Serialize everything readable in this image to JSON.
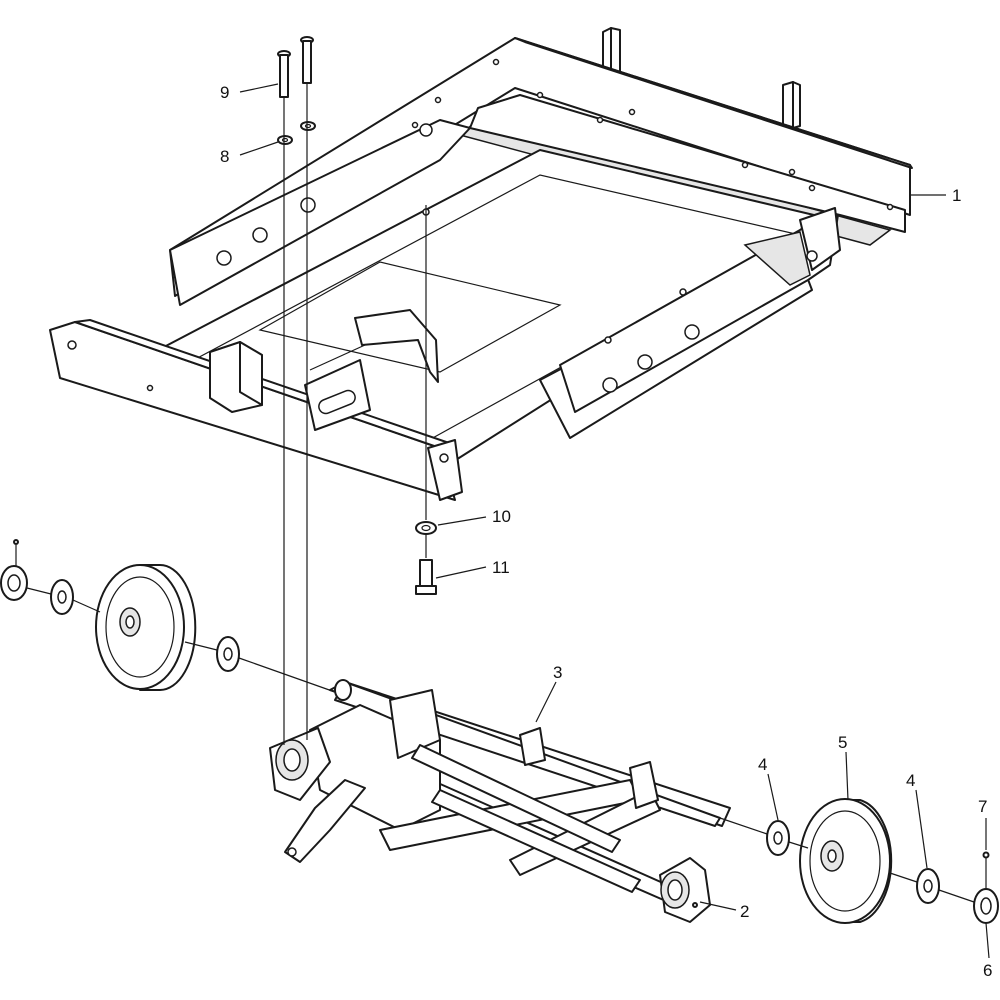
{
  "callouts": {
    "c1": "1",
    "c2": "2",
    "c3": "3",
    "c4a": "4",
    "c4b": "4",
    "c5": "5",
    "c6": "6",
    "c7": "7",
    "c8": "8",
    "c9": "9",
    "c10": "10",
    "c11": "11"
  }
}
